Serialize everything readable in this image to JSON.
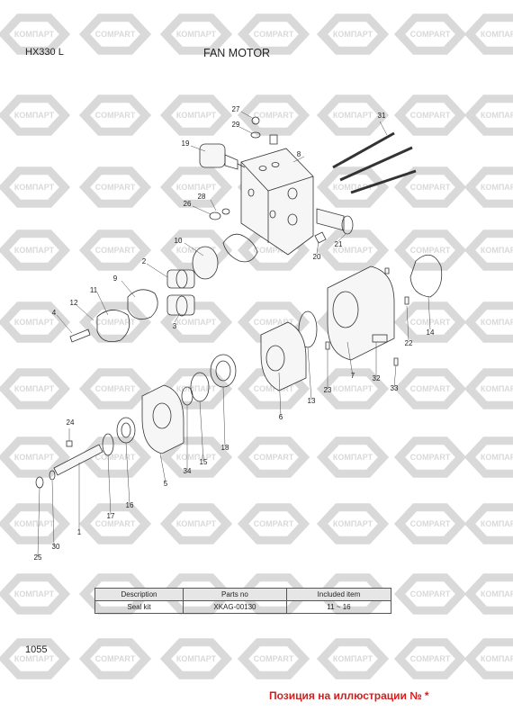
{
  "header": {
    "model": "HX330 L",
    "title": "FAN MOTOR"
  },
  "watermark": {
    "text_ru": "КОМПАРТ",
    "text_en": "COMPART",
    "color": "#d9d9d9"
  },
  "callouts": [
    "1",
    "2",
    "3",
    "4",
    "5",
    "6",
    "7",
    "8",
    "9",
    "10",
    "11",
    "12",
    "13",
    "14",
    "15",
    "16",
    "17",
    "18",
    "19",
    "20",
    "21",
    "22",
    "23",
    "24",
    "25",
    "26",
    "27",
    "28",
    "29",
    "30",
    "31",
    "32",
    "33",
    "34"
  ],
  "kit_table": {
    "headers": [
      "Description",
      "Parts no",
      "Included item"
    ],
    "rows": [
      [
        "Seal kit",
        "XKAG-00130",
        "11 ~ 16"
      ]
    ]
  },
  "footer": {
    "page_number": "1055",
    "note": "Позиция на иллюстрации № *"
  }
}
